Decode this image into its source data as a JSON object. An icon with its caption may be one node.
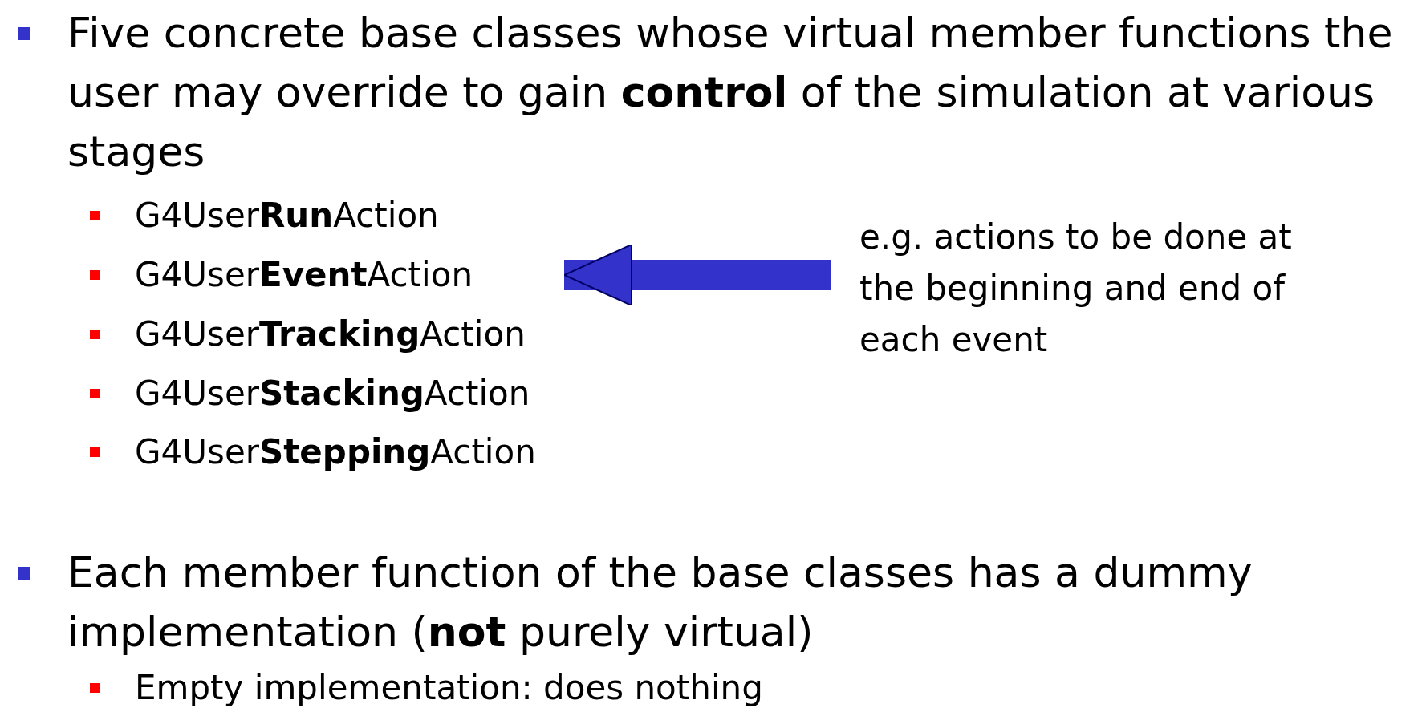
{
  "diagram": {
    "nodes": [
      {
        "text": [
          "e.g. actions to be done at the beginning and end of each event"
        ]
      },
      {
        "text": [
          "G4User**Event**Action"
        ]
      }
    ],
    "edges": [
      {
        "from": 0,
        "to": 1,
        "arrow": "to"
      }
    ],
    "labels": [
      "Five concrete base classes whose virtual member functions the user may override to gain **control** of the simulation at various stages",
      "G4User**Run**Action",
      "G4User**Tracking**Action",
      "G4User**Stacking**Action",
      "G4User**Stepping**Action",
      "Each member function of the base classes has a dummy implementation (**not** purely virtual)",
      "Empty implementation: does nothing"
    ]
  }
}
